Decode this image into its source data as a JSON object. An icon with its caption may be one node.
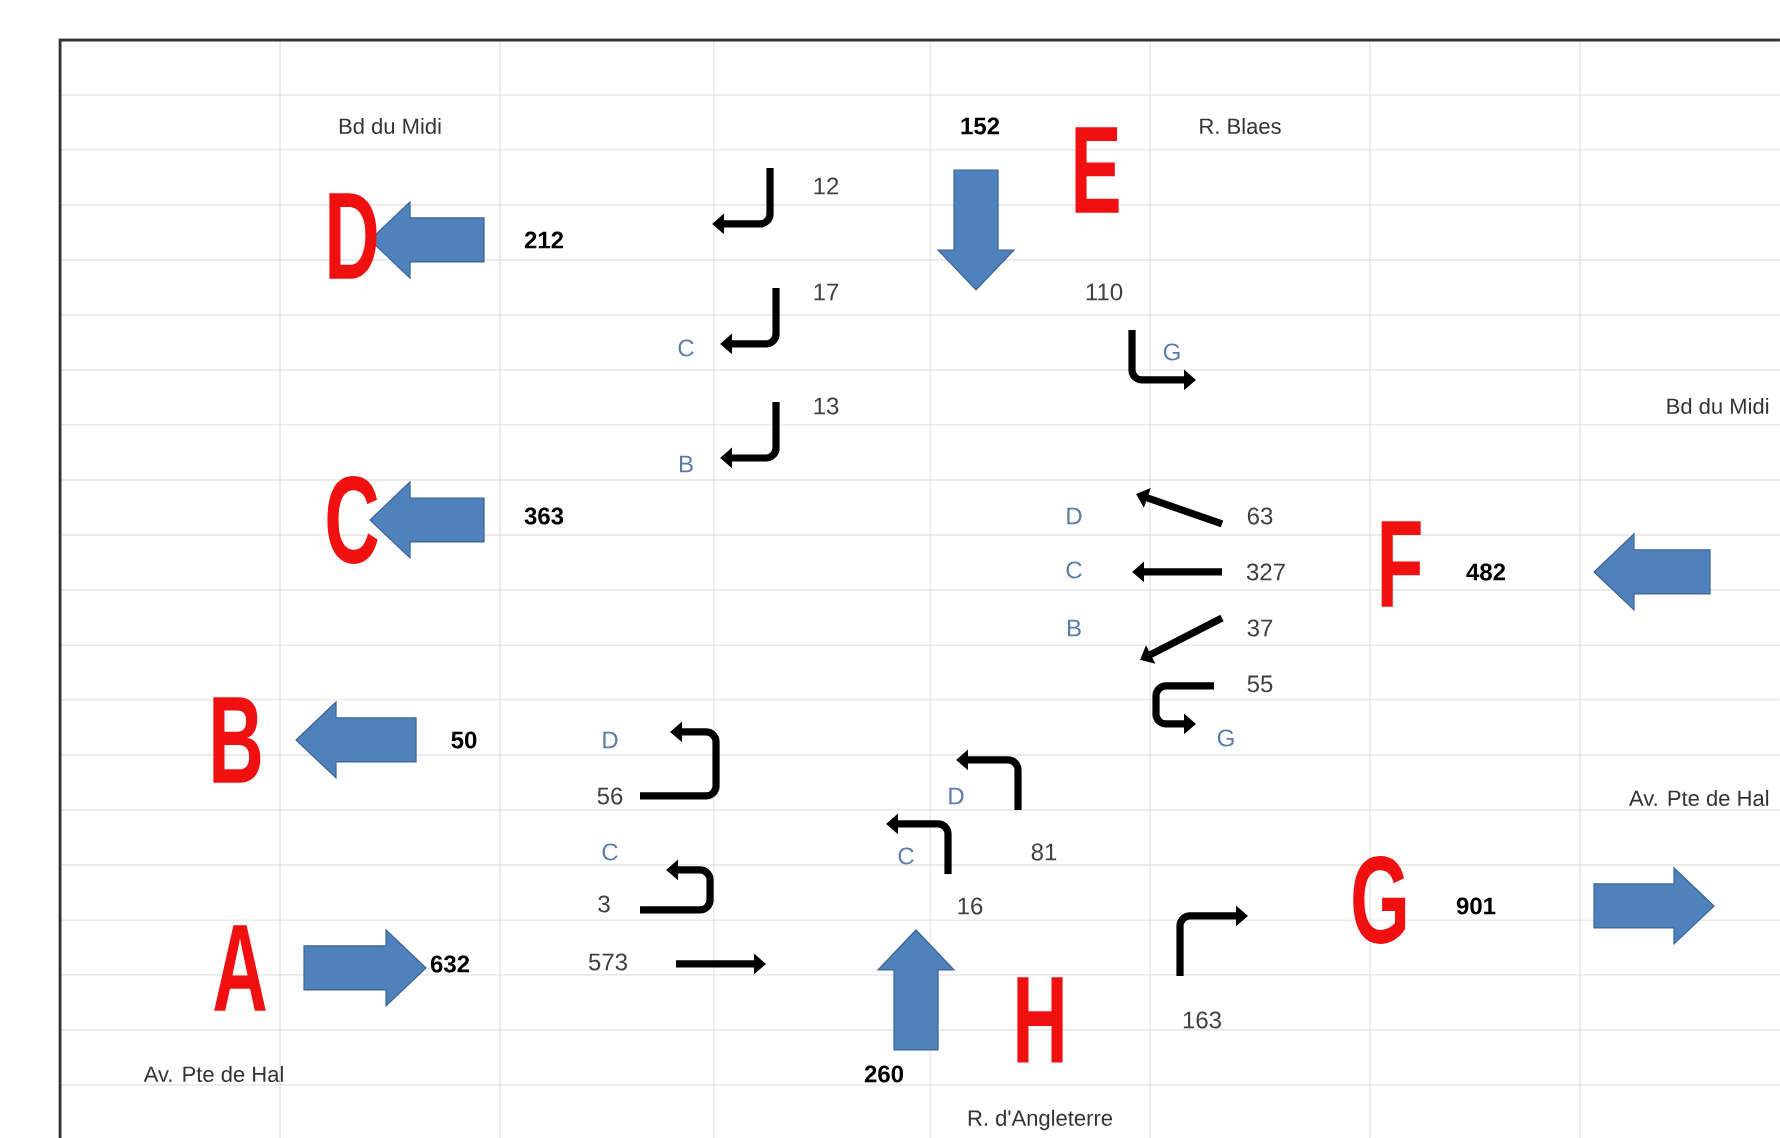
{
  "diagram": {
    "labels": [
      "Bd du Midi",
      "152",
      "E",
      "R. Blaes",
      "D",
      "212",
      "12",
      "17",
      "C",
      "110",
      "G",
      "13",
      "B",
      "Bd du Midi",
      "C",
      "363",
      "D",
      "63",
      "C",
      "327",
      "F",
      "482",
      "B",
      "37",
      "55",
      "B",
      "50",
      "D",
      "G",
      "56",
      "D",
      "Av. Pte de Hal",
      "C",
      "C",
      "81",
      "3",
      "16",
      "G",
      "901",
      "A",
      "632",
      "573",
      "H",
      "163",
      "Av. Pte de Hal",
      "260",
      "R. d'Angleterre"
    ]
  }
}
